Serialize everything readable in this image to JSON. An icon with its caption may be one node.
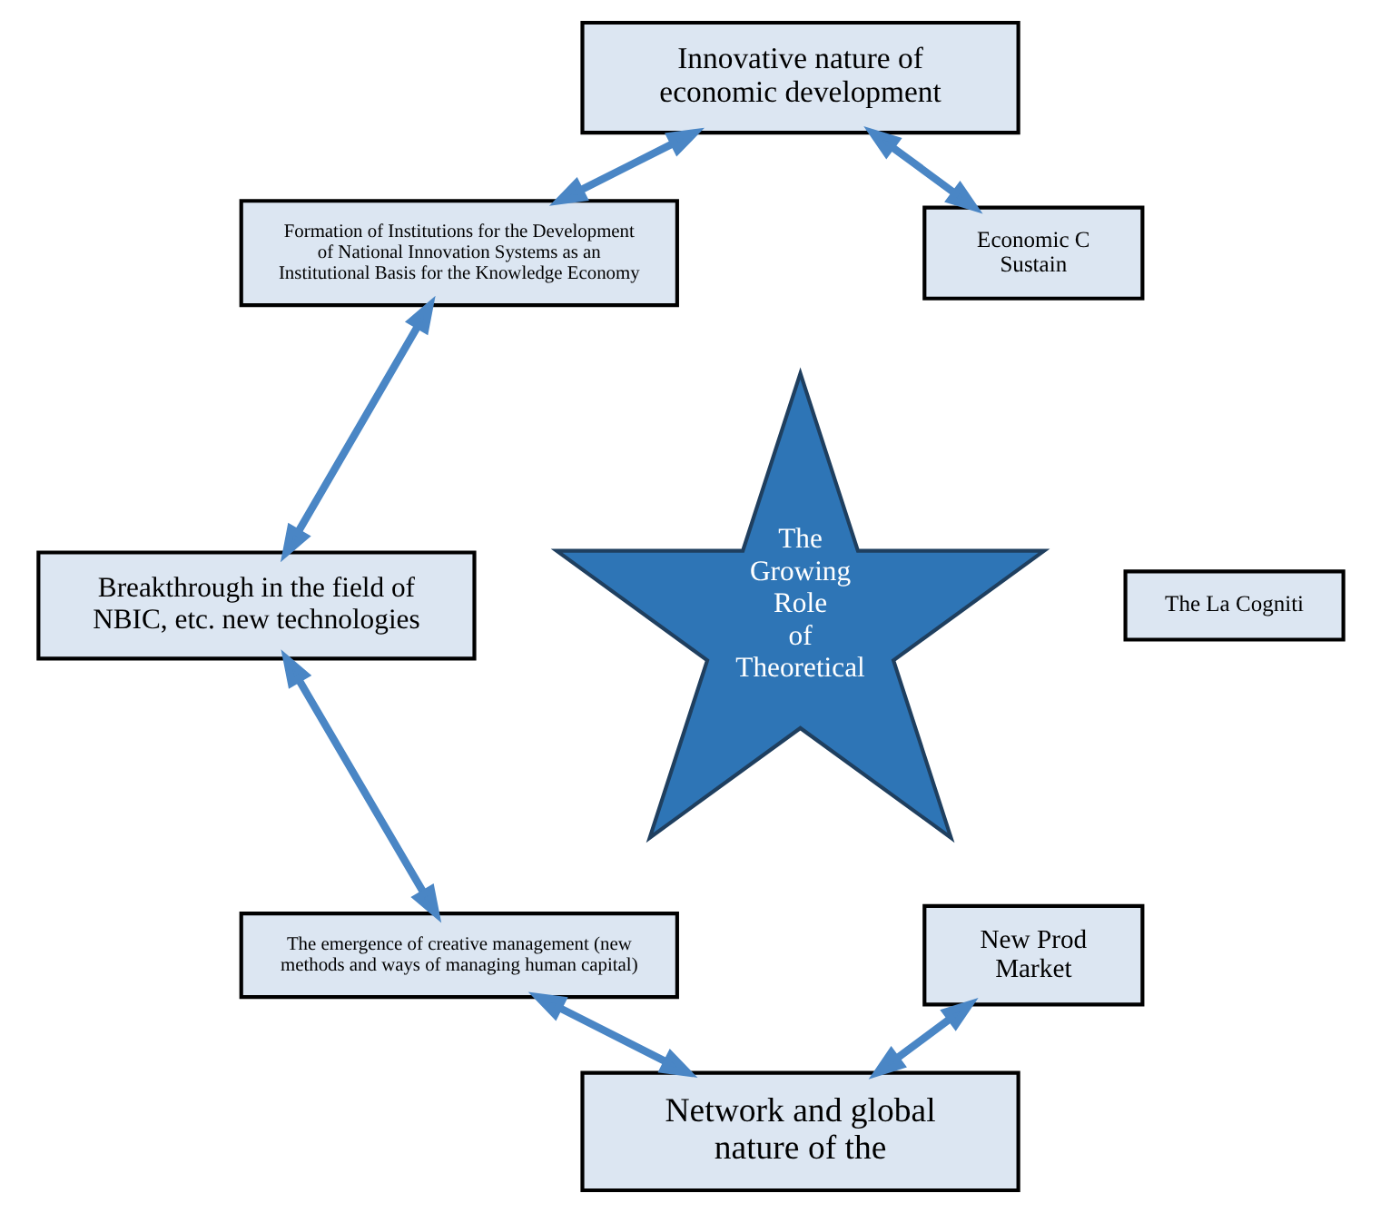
{
  "diagram": {
    "nodes": [
      {
        "text": [
          "Innovative nature of economic development"
        ]
      },
      {
        "text": [
          "Formation of Institutions for the Development of National Innovation Systems as an Institutional Basis for the Knowledge Economy"
        ]
      },
      {
        "text": [
          "Economic C Sustain"
        ]
      },
      {
        "text": [
          "Breakthrough in the field of NBIC, etc. new technologies"
        ]
      },
      {
        "text": [
          "The Growing Role of Theoretical"
        ]
      },
      {
        "text": [
          "The La Cogniti"
        ]
      },
      {
        "text": [
          "The emergence of creative management (new methods and ways of managing human capital)"
        ]
      },
      {
        "text": [
          "New Prod Market"
        ]
      },
      {
        "text": [
          "Network and global nature of the"
        ]
      }
    ],
    "edges": [
      {
        "from": 1,
        "to": 0,
        "arrow": "both"
      },
      {
        "from": 0,
        "to": 2,
        "arrow": "both"
      },
      {
        "from": 1,
        "to": 3,
        "arrow": "both"
      },
      {
        "from": 3,
        "to": 6,
        "arrow": "both"
      },
      {
        "from": 6,
        "to": 8,
        "arrow": "both"
      },
      {
        "from": 8,
        "to": 7,
        "arrow": "both"
      }
    ]
  }
}
